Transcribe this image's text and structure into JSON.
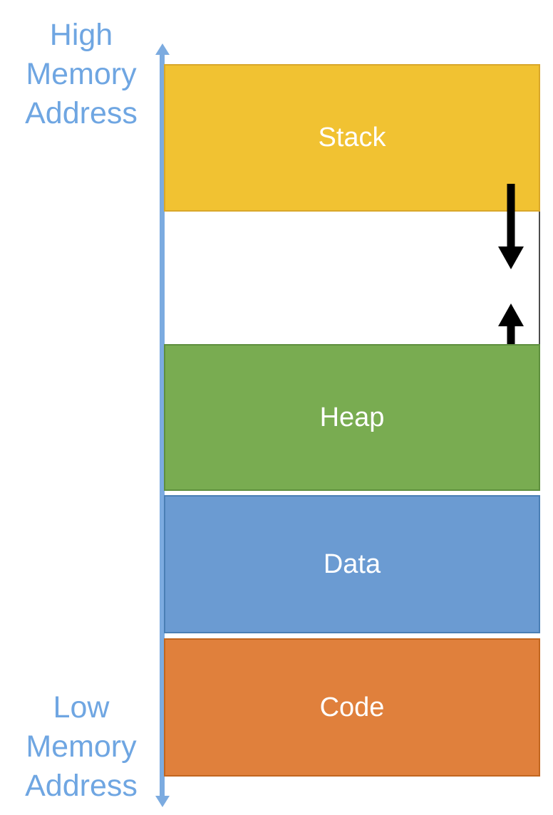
{
  "axis": {
    "top_label": "High\nMemory\nAddress",
    "bottom_label": "Low\nMemory\nAddress",
    "color": "#7CABE0",
    "label_color": "#6FA6E2"
  },
  "blocks": [
    {
      "id": "stack",
      "label": "Stack",
      "color": "#F1C232",
      "border": "#D9A72A"
    },
    {
      "id": "heap",
      "label": "Heap",
      "color": "#79AC51",
      "border": "#5E8F3E"
    },
    {
      "id": "data",
      "label": "Data",
      "color": "#6B9BD2",
      "border": "#4A7FB5"
    },
    {
      "id": "code",
      "label": "Code",
      "color": "#E0803C",
      "border": "#C2661F"
    }
  ],
  "free_space": {
    "color": "#FFFFFF"
  },
  "arrows": [
    {
      "id": "stack-growth",
      "direction": "down",
      "color": "#000000"
    },
    {
      "id": "heap-growth",
      "direction": "up",
      "color": "#000000"
    }
  ],
  "block_label_color": "#FFFFFF"
}
